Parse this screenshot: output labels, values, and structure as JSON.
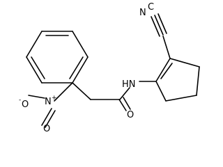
{
  "molecule": {
    "atom_labels": {
      "nitrile_n": "N",
      "nitrile_c": "C",
      "amide_nh": "HN",
      "amide_o": "O",
      "nitro_n": "N",
      "nitro_n_charge": "+",
      "nitro_o_top": "O",
      "nitro_o_top_charge": "-",
      "nitro_o_bottom": "O"
    },
    "colors": {
      "ink": "#000000",
      "background": "#ffffff"
    }
  }
}
